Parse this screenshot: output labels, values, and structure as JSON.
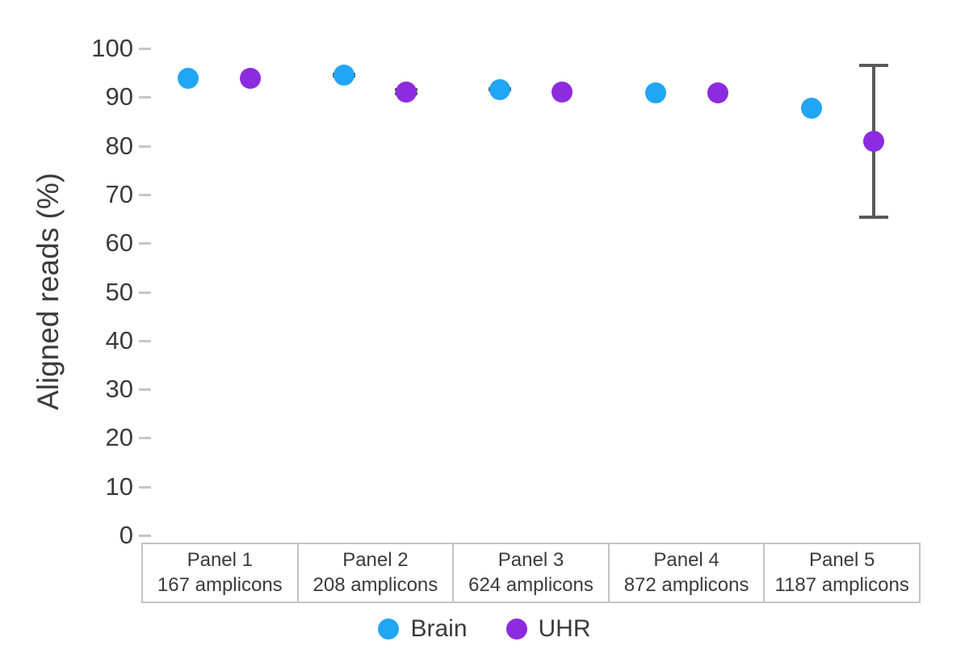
{
  "chart_data": {
    "type": "scatter",
    "title": "",
    "xlabel": "",
    "ylabel": "Aligned reads (%)",
    "ylim": [
      0,
      100
    ],
    "yticks": [
      0,
      10,
      20,
      30,
      40,
      50,
      60,
      70,
      80,
      90,
      100
    ],
    "ytick_labels": [
      "0",
      "10",
      "20",
      "30",
      "40",
      "50",
      "60",
      "70",
      "80",
      "90",
      "100"
    ],
    "grid": false,
    "legend_position": "bottom",
    "categories": [
      "Panel 1",
      "Panel 2",
      "Panel 3",
      "Panel 4",
      "Panel 5"
    ],
    "category_sublabels": [
      "167 amplicons",
      "208 amplicons",
      "624 amplicons",
      "872 amplicons",
      "1187 amplicons"
    ],
    "series": [
      {
        "name": "Brain",
        "color": "#21a5f5",
        "values": [
          93.8,
          94.5,
          91.6,
          90.9,
          87.7
        ],
        "err_low": [
          93.8,
          94.0,
          91.2,
          90.9,
          87.7
        ],
        "err_high": [
          93.8,
          95.0,
          92.0,
          90.9,
          87.7
        ]
      },
      {
        "name": "UHR",
        "color": "#8c2bdf",
        "values": [
          93.8,
          91.1,
          91.1,
          90.9,
          81.0
        ],
        "err_low": [
          93.8,
          90.4,
          91.1,
          90.9,
          65.0
        ],
        "err_high": [
          93.8,
          91.8,
          91.1,
          90.9,
          96.8
        ]
      }
    ]
  },
  "legend": {
    "items": [
      {
        "label": "Brain",
        "color": "#21a5f5"
      },
      {
        "label": "UHR",
        "color": "#8c2bdf"
      }
    ]
  },
  "axis": {
    "y_title": "Aligned reads (%)"
  }
}
